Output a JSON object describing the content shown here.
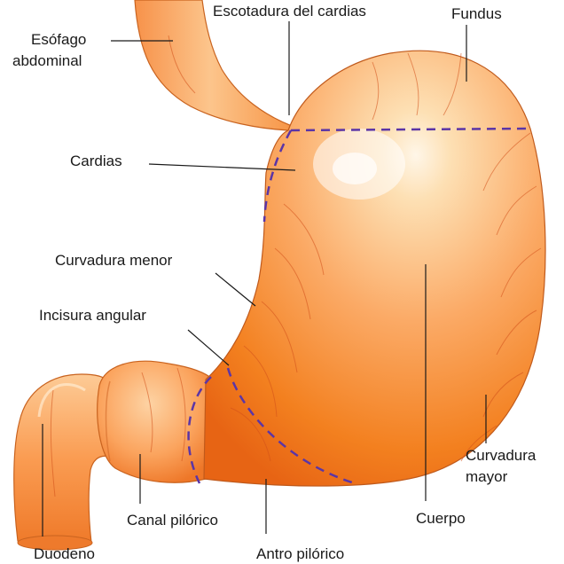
{
  "labels": {
    "esofago_line1": "Esófago",
    "esofago_line2": "abdominal",
    "escotadura": "Escotadura del cardias",
    "fundus": "Fundus",
    "cardias": "Cardias",
    "curvadura_menor": "Curvadura menor",
    "incisura_angular": "Incisura angular",
    "curvadura_mayor_line1": "Curvadura",
    "curvadura_mayor_line2": "mayor",
    "cuerpo": "Cuerpo",
    "canal_pilorico": "Canal pilórico",
    "antro_pilorico": "Antro pilórico",
    "duodeno": "Duodeno"
  },
  "colors": {
    "stomach_light": "#fde2b8",
    "stomach_mid": "#fba05a",
    "stomach_dark": "#ec6418",
    "vessel": "#d2501a",
    "outline": "#b5541e",
    "region_dash": "#5b35a6",
    "leader": "#1a1a1a"
  }
}
